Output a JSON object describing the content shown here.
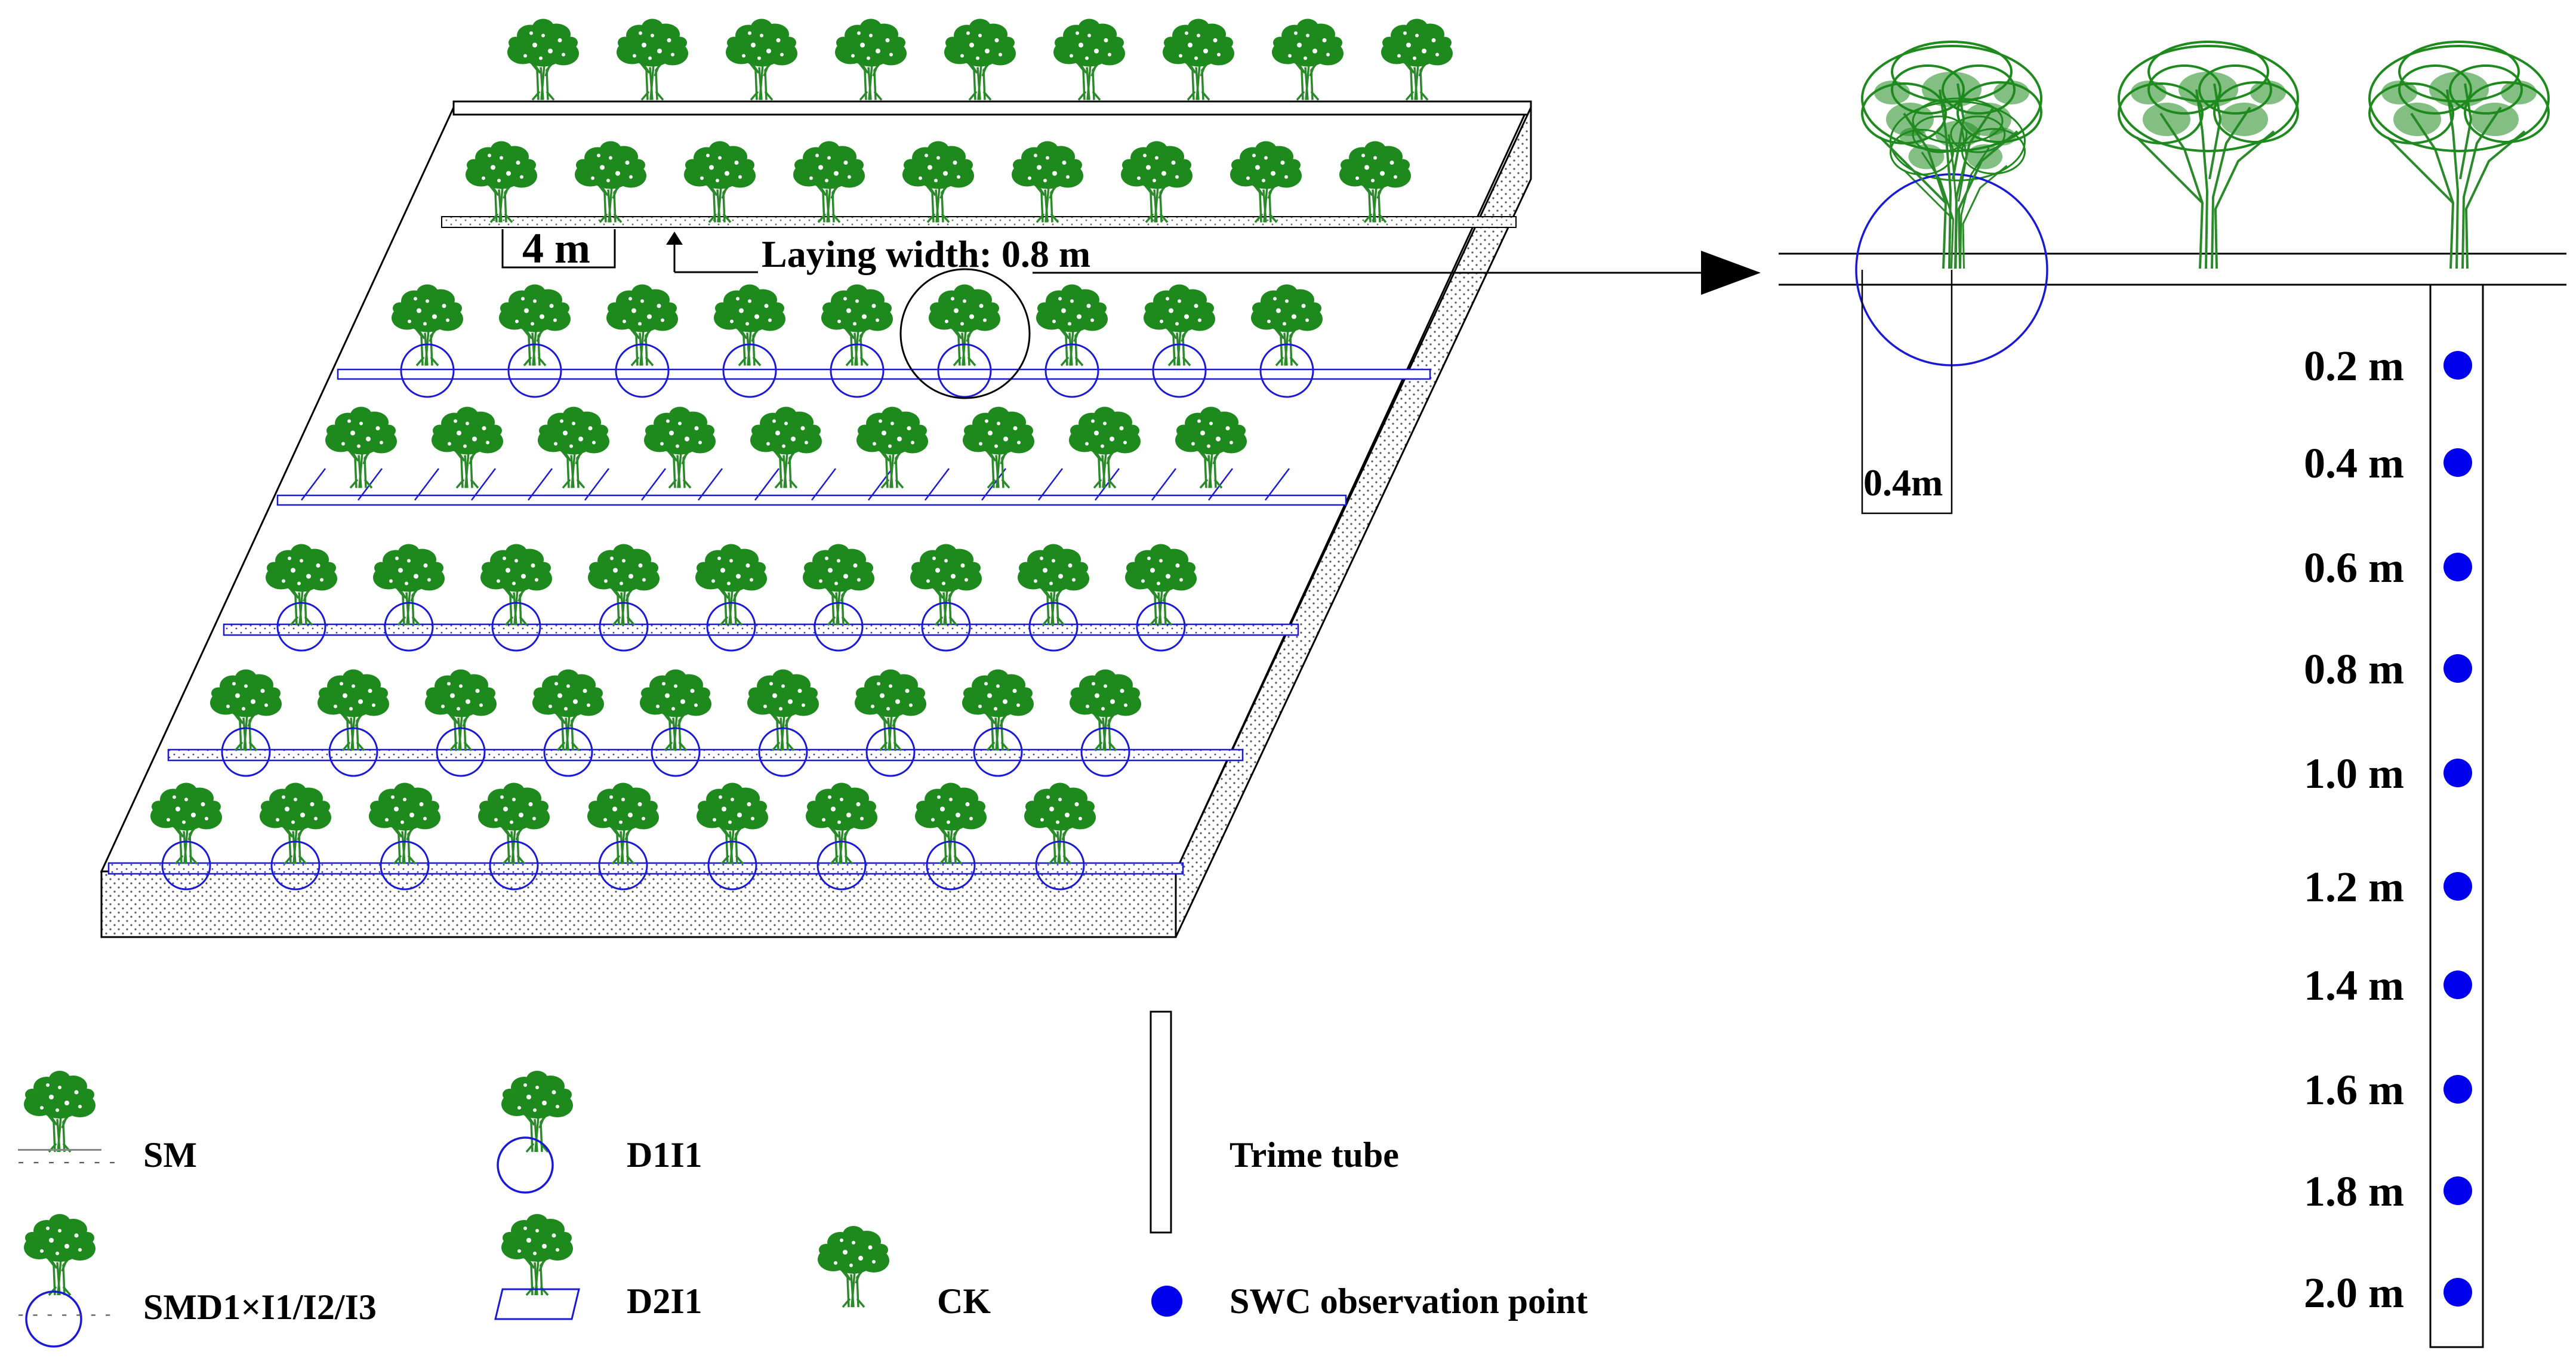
{
  "annotations": {
    "spacing": "4 m",
    "laying_width": "Laying width: 0.8 m",
    "radius": "0.4m"
  },
  "depths": [
    "0.2 m",
    "0.4 m",
    "0.6 m",
    "0.8 m",
    "1.0 m",
    "1.2 m",
    "1.4 m",
    "1.6 m",
    "1.8 m",
    "2.0 m"
  ],
  "legend": {
    "sm": "SM",
    "d1i1": "D1I1",
    "trime": "Trime tube",
    "smd1": "SMD1×I1/I2/I3",
    "d2i1": "D2I1",
    "ck": "CK",
    "swc": "SWC observation point"
  },
  "colors": {
    "tree": "#1e8a1e",
    "trunk": "#2a8a2a",
    "emitter": "#1a1ad6",
    "observation_point": "#0000ee",
    "line": "#000000"
  }
}
